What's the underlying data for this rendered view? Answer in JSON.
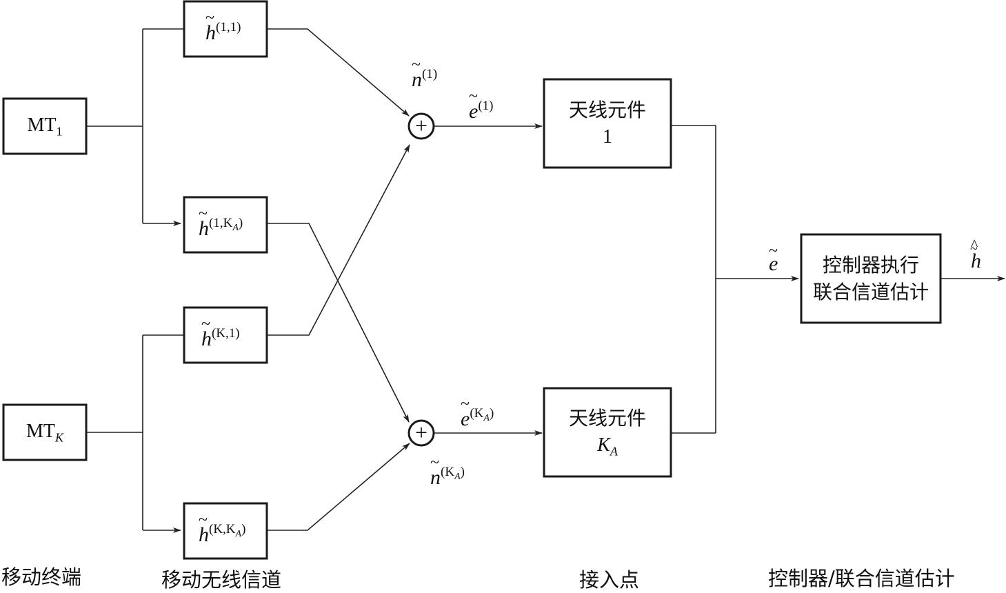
{
  "mobile_terminals": [
    {
      "label": "MT",
      "sub": "1"
    },
    {
      "label": "MT",
      "sub": "K"
    }
  ],
  "channels": [
    {
      "base": "h",
      "sup": "(1,1)"
    },
    {
      "base": "h",
      "sup": "(1,K",
      "sup_sub": "A",
      "sup_end": ")"
    },
    {
      "base": "h",
      "sup": "(K,1)"
    },
    {
      "base": "h",
      "sup": "(K,K",
      "sup_sub": "A",
      "sup_end": ")"
    }
  ],
  "noise": [
    {
      "base": "n",
      "sup": "(1)"
    },
    {
      "base": "n",
      "sup": "(K",
      "sup_sub": "A",
      "sup_end": ")"
    }
  ],
  "sum_symbol": "+",
  "antenna_signals": [
    {
      "base": "e",
      "sup": "(1)"
    },
    {
      "base": "e",
      "sup": "(K",
      "sup_sub": "A",
      "sup_end": ")"
    }
  ],
  "antennas": [
    {
      "line1": "天线元件",
      "line2": "1"
    },
    {
      "line1": "天线元件",
      "line2_base": "K",
      "line2_sub": "A"
    }
  ],
  "combined_signal": "e",
  "controller": {
    "line1": "控制器执行",
    "line2": "联合信道估计"
  },
  "output": "h",
  "captions": {
    "mobile_terminal": "移动终端",
    "wireless_channel": "移动无线信道",
    "access_point": "接入点",
    "controller": "控制器/联合信道估计"
  }
}
